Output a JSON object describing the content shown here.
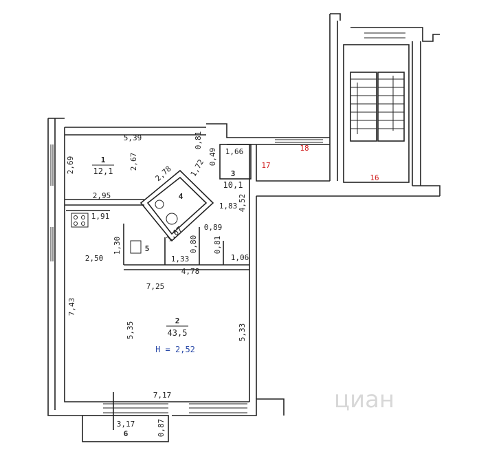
{
  "rooms": [
    {
      "num": "1",
      "area": "12,1"
    },
    {
      "num": "2",
      "area": "43,5"
    },
    {
      "num": "3",
      "area": "10,1"
    },
    {
      "num": "4"
    },
    {
      "num": "5"
    },
    {
      "num": "6"
    }
  ],
  "dims": {
    "d1": "5,39",
    "d2": "2,69",
    "d3": "2,67",
    "d4": "2,95",
    "d5": "2,78",
    "d6": "1,72",
    "d7": "0,49",
    "d8": "0,81",
    "d9": "1,66",
    "d10": "4,52",
    "d11": "1,83",
    "d12": "1,91",
    "d13": "1,30",
    "d14": "2,50",
    "d15": "1,67",
    "d16": "0,80",
    "d17": "0,89",
    "d18": "0,81",
    "d19": "1,33",
    "d20": "1,06",
    "d21": "4,78",
    "d22": "7,25",
    "d23": "7,43",
    "d24": "5,35",
    "d25": "5,33",
    "d26": "7,17",
    "d27": "3,17",
    "d28": "0,87"
  },
  "markers": {
    "m16": "16",
    "m17": "17",
    "m18": "18"
  },
  "height_note": "H = 2,52",
  "watermark": "циан"
}
